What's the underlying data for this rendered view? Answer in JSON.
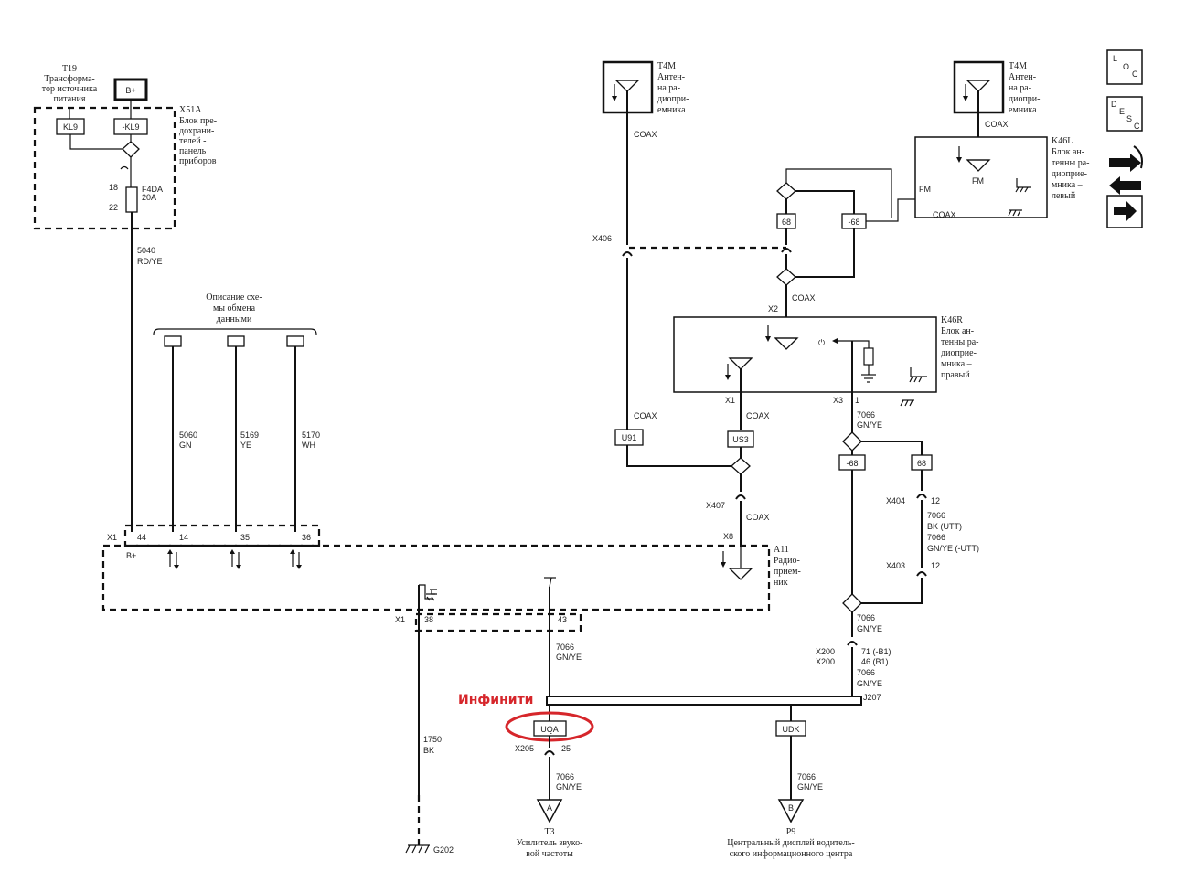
{
  "components": {
    "t19": {
      "code": "T19",
      "lines": [
        "Трансформа-",
        "тор источника",
        "питания"
      ],
      "terminal": "B+"
    },
    "x51a": {
      "code": "X51A",
      "lines": [
        "Блок пре-",
        "дохрани-",
        "телей -",
        "панель",
        "приборов"
      ],
      "pin_kl9": "KL9",
      "pin_nkl9": "-KL9",
      "pin_top": "18",
      "pin_bot": "22",
      "fuse": "F4DA",
      "fuse_rating": "20A",
      "wire": "5040",
      "wire_color": "RD/YE"
    },
    "t4m_mid": {
      "code": "T4M",
      "lines": [
        "Антен-",
        "на ра-",
        "диопри-",
        "емника"
      ],
      "cable": "COAX"
    },
    "t4m_right": {
      "code": "T4M",
      "lines": [
        "Антен-",
        "на ра-",
        "диопри-",
        "емника"
      ],
      "cable": "COAX"
    },
    "k46l": {
      "code": "K46L",
      "lines": [
        "Блок ан-",
        "тенны ра-",
        "диоприе-",
        "мника –",
        "левый"
      ],
      "fm_left": "FM",
      "fm_inner": "FM",
      "cable": "COAX"
    },
    "k46r": {
      "code": "K46R",
      "lines": [
        "Блок ан-",
        "тенны ра-",
        "диоприе-",
        "мника –",
        "правый"
      ],
      "x1": "X1",
      "x3": "X3",
      "pin1": "1"
    },
    "a11": {
      "code": "A11",
      "lines": [
        "Радио-",
        "прием-",
        "ник"
      ],
      "bplus": "B+",
      "x1": "X1",
      "x8": "X8"
    },
    "t3": {
      "code": "T3",
      "lines": [
        "Усилитель звуко-",
        "вой частоты"
      ],
      "letter": "A"
    },
    "p9": {
      "code": "P9",
      "lines": [
        "Центральный дисплей водитель-",
        "ского информационного центра"
      ],
      "letter": "B"
    },
    "g202": {
      "code": "G202"
    }
  },
  "data_desc": {
    "lines": [
      "Описание схе-",
      "мы обмена",
      "данными"
    ]
  },
  "wires": {
    "w5060": "5060",
    "w5060c": "GN",
    "w5169": "5169",
    "w5169c": "YE",
    "w5170": "5170",
    "w5170c": "WH",
    "w1750": "1750",
    "w1750c": "BK",
    "w7066": "7066",
    "gnye": "GN/YE",
    "bk_utt": "BK (UTT)",
    "gnye_utt": "GN/YE  (-UTT)",
    "pin_71": "71 (-B1)",
    "pin_46": "46 (B1)"
  },
  "pins": {
    "p44": "44",
    "p14": "14",
    "p35": "35",
    "p36": "36",
    "p38": "38",
    "p43": "43",
    "p12a": "12",
    "p12b": "12",
    "p25": "25"
  },
  "connectors": {
    "x406": "X406",
    "x2": "X2",
    "x407": "X407",
    "x404": "X404",
    "x403": "X403",
    "x200a": "X200",
    "x200b": "X200",
    "x205": "X205",
    "x1_bottom": "X1",
    "j207": "J207"
  },
  "options": {
    "o68a": "68",
    "on68a": "-68",
    "o68b": "68",
    "on68b": "-68",
    "u91": "U91",
    "us3": "US3",
    "uqa": "UQA",
    "udk": "UDK"
  },
  "coax_labels": {
    "c1": "COAX",
    "c2": "COAX",
    "c3": "COAX",
    "c4": "COAX"
  },
  "annotation": {
    "label": "Инфинити",
    "color": "#d6262b"
  },
  "nav": {
    "loc": [
      "L",
      "O",
      "C"
    ],
    "desc": [
      "D",
      "E",
      "S",
      "C"
    ]
  }
}
